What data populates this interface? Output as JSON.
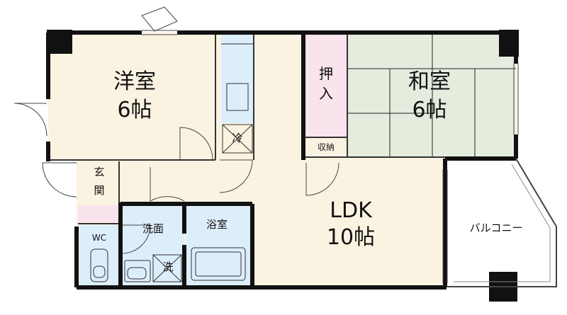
{
  "rooms": {
    "western_room": {
      "name": "洋室",
      "size": "6帖"
    },
    "japanese_room": {
      "name": "和室",
      "size": "6帖"
    },
    "ldk": {
      "name": "LDK",
      "size": "10帖"
    },
    "oshiire": {
      "char1": "押",
      "char2": "入"
    },
    "storage": {
      "name": "収納"
    },
    "entrance": {
      "char1": "玄",
      "char2": "関"
    },
    "washroom": {
      "name": "洗面"
    },
    "bathroom": {
      "name": "浴室"
    },
    "toilet": {
      "name": "WC"
    },
    "balcony": {
      "name": "バルコニー"
    },
    "fridge_space": {
      "name": "冷"
    },
    "washer_space": {
      "name": "洗"
    }
  },
  "colors": {
    "wall": "#111111",
    "western_floor": "#fbf3e2",
    "japanese_floor": "#e3ecdd",
    "oshiire_floor": "#f9e3ec",
    "wet_area": "#ddeefb",
    "entrance_floor": "#fbf3e2"
  }
}
